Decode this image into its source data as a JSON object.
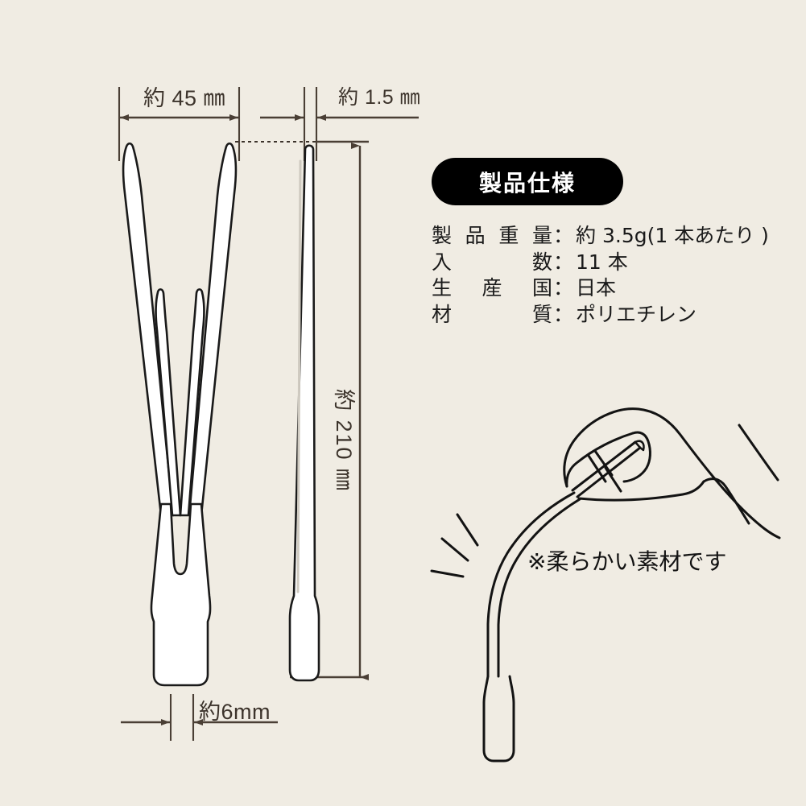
{
  "background_color": "#f0ece3",
  "line_color": "#1a1a1a",
  "dimension_color": "#4a3f35",
  "accent_color": "#000000",
  "dimensions": {
    "width_label": "約 45 ㎜",
    "thickness_label": "約 1.5 ㎜",
    "height_label": "約 210 ㎜",
    "base_width_label": "約6mm"
  },
  "spec_panel": {
    "header": "製品仕様",
    "rows": [
      {
        "label": "製品重量",
        "colon": "：",
        "value": "約 3.5g(1 本あたり )"
      },
      {
        "label": "入数",
        "colon": "：",
        "value": "11 本"
      },
      {
        "label": "生産国",
        "colon": "：",
        "value": "日本"
      },
      {
        "label": "材質",
        "colon": "：",
        "value": "ポリエチレン"
      }
    ]
  },
  "illustration": {
    "soft_note": "※柔らかい素材です"
  }
}
